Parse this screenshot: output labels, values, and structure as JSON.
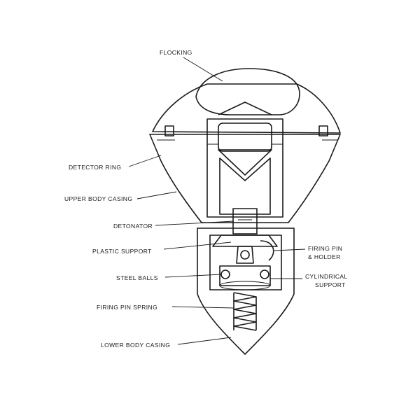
{
  "diagram": {
    "labels": {
      "flocking": "FLOCKING",
      "detector_ring": "DETECTOR RING",
      "upper_body_casing": "UPPER BODY CASING",
      "detonator": "DETONATOR",
      "plastic_support": "PLASTIC SUPPORT",
      "steel_balls": "STEEL BALLS",
      "firing_pin_spring": "FIRING PIN SPRING",
      "lower_body_casing": "LOWER BODY CASING",
      "firing_pin_holder_line1": "FIRING PIN",
      "firing_pin_holder_line2": "& HOLDER",
      "cylindrical_support_line1": "CYLINDRICAL",
      "cylindrical_support_line2": "SUPPORT"
    }
  }
}
